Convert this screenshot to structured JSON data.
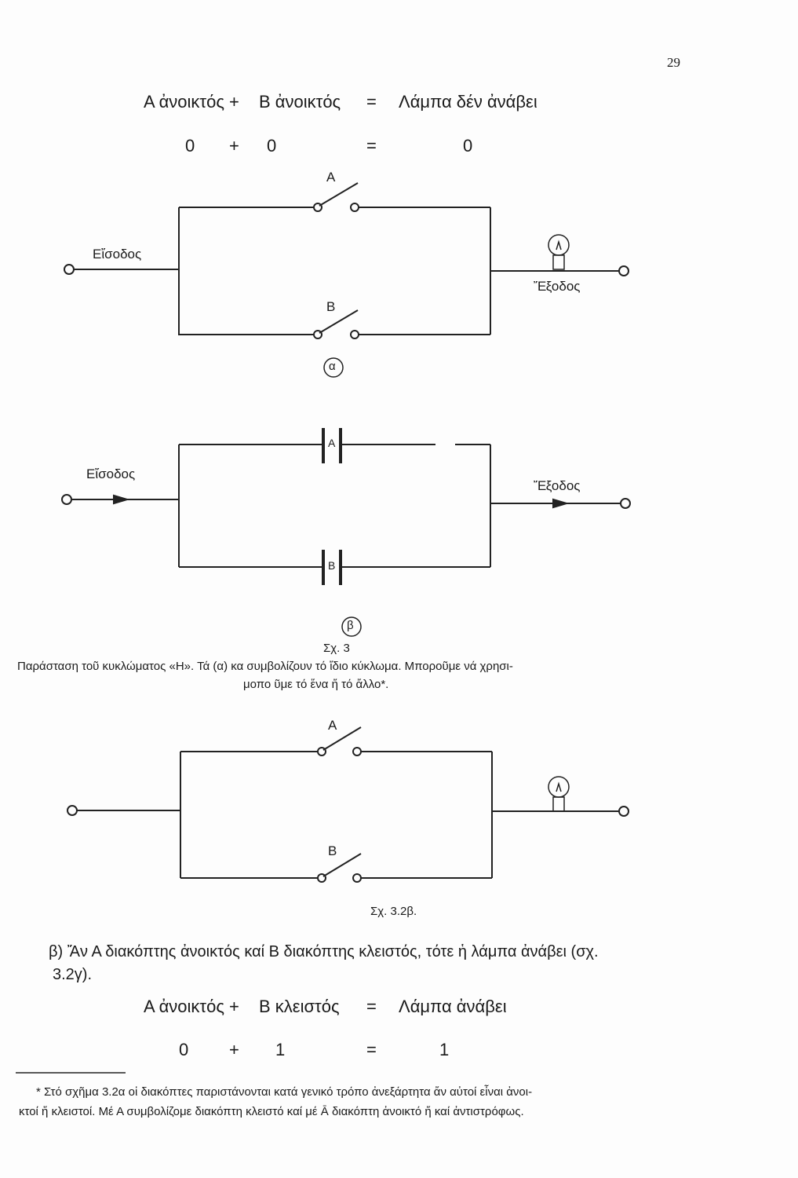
{
  "page_number": "29",
  "eq1": {
    "a": "Α ἀνοικτός",
    "plus": "+",
    "b": "Β ἀνοικτός",
    "equals": "=",
    "result": "Λάμπα δέν ἀνάβει"
  },
  "eq1_values": {
    "a": "0",
    "plus": "+",
    "b": "0",
    "equals": "=",
    "result": "0"
  },
  "circuit_a": {
    "switch_a": "A",
    "switch_b": "B",
    "input": "Εἴσοδος",
    "output": "Ἔξοδος",
    "marker": "α"
  },
  "circuit_b": {
    "gate_a": "A",
    "gate_b": "B",
    "input": "Εἴσοδος",
    "output": "Ἔξοδος",
    "marker": "β"
  },
  "caption": {
    "figure": "Σχ. 3",
    "line1": "Παράσταση τοῦ κυκλώματος «Η». Τά (α) κα   συμβολίζουν τό ἴδιο κύκλωμα. Μποροῦμε νά χρησι-",
    "line2": "μοπο  ῦμε τό ἕνα ἤ τό ἄλλο*."
  },
  "circuit_c": {
    "switch_a": "A",
    "switch_b": "B",
    "figure": "Σχ. 3.2β."
  },
  "paragraph": {
    "line1": "β) Ἄν Α διακόπτης ἀνοικτός καί Β διακόπτης κλειστός, τότε ἡ λάμπα ἀνάβει (σχ.",
    "line2": "3.2γ)."
  },
  "eq2": {
    "a": "Α ἀνοικτός",
    "plus": "+",
    "b": "Β κλειστός",
    "equals": "=",
    "result": "Λάμπα ἀνάβει"
  },
  "eq2_values": {
    "a": "0",
    "plus": "+",
    "b": "1",
    "equals": "=",
    "result": "1"
  },
  "footnote": {
    "line1": "* Στό σχῆμα 3.2α οἱ διακόπτες παριστάνονται κατά γενικό τρόπο ἀνεξάρτητα ἄν αὐτοί εἶναι ἀνοι-",
    "line2": "κτοί ἤ κλειστοί. Μέ Α συμβολίζομε διακόπτη κλειστό καί μέ Ā διακόπτη ἀνοικτό ἤ καί ἀντιστρόφως."
  }
}
